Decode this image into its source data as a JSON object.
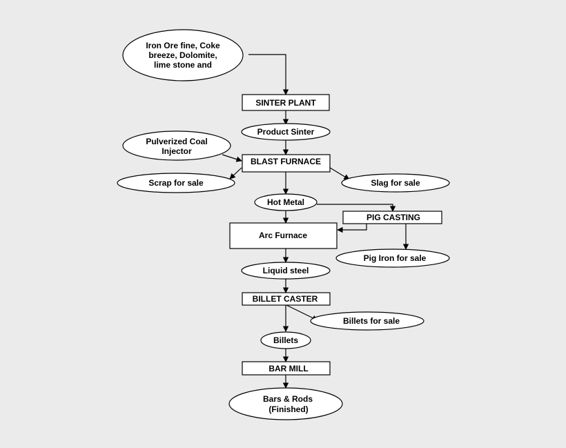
{
  "nodes": {
    "raw_materials": [
      "Iron Ore fine, Coke",
      "breeze, Dolomite,",
      "lime stone and"
    ],
    "sinter_plant": "SINTER PLANT",
    "product_sinter": "Product Sinter",
    "coal_injector": [
      "Pulverized Coal",
      "Injector"
    ],
    "blast_furnace": "BLAST FURNACE",
    "scrap_for_sale": "Scrap for sale",
    "slag_for_sale": "Slag for sale",
    "hot_metal": "Hot Metal",
    "pig_casting": "PIG CASTING",
    "arc_furnace": "Arc Furnace",
    "pig_iron_for_sale": "Pig Iron for sale",
    "liquid_steel": "Liquid steel",
    "billet_caster": "BILLET CASTER",
    "billets_for_sale": "Billets for sale",
    "billets": "Billets",
    "bar_mill": "BAR MILL",
    "bars_rods": [
      "Bars & Rods",
      "(Finished)"
    ]
  },
  "colors": {
    "background": "#ebebeb",
    "node_fill": "#ffffff",
    "stroke": "#000000"
  }
}
